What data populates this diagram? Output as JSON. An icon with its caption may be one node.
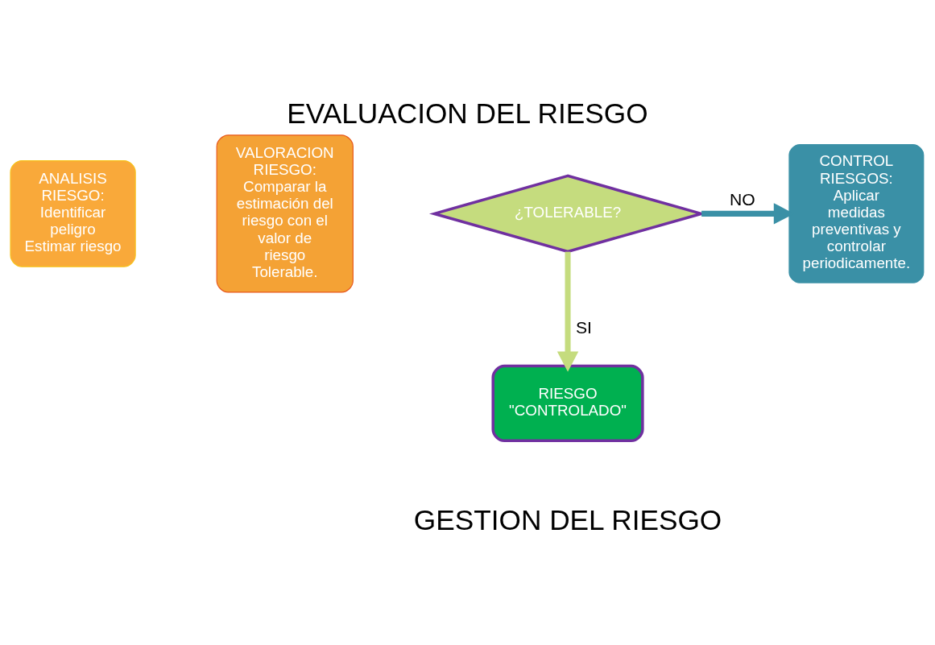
{
  "diagram": {
    "title": "EVALUACION DEL RIESGO",
    "nodes": [
      {
        "text": [
          "ANALISIS RIESGO:",
          "Identificar peligro Estimar riesgo"
        ]
      },
      {
        "text": [
          "VALORACION RIESGO:",
          "Comparar la estimación del riesgo con el valor de riesgo Tolerable."
        ]
      },
      {
        "text": [
          "¿TOLERABLE?"
        ]
      },
      {
        "text": [
          "CONTROL RIESGOS:",
          "Aplicar medidas preventivas y controlar periodicamente."
        ]
      },
      {
        "text": [
          "RIESGO \"CONTROLADO\""
        ]
      }
    ],
    "edges": [
      {
        "from": 2,
        "to": 3,
        "label": "NO",
        "arrow": "to",
        "color": "#3a90a6"
      },
      {
        "from": 2,
        "to": 4,
        "label": "SI",
        "arrow": "to",
        "color": "#c5dc7e"
      }
    ],
    "labels": [
      "GESTION DEL RIESGO"
    ]
  }
}
